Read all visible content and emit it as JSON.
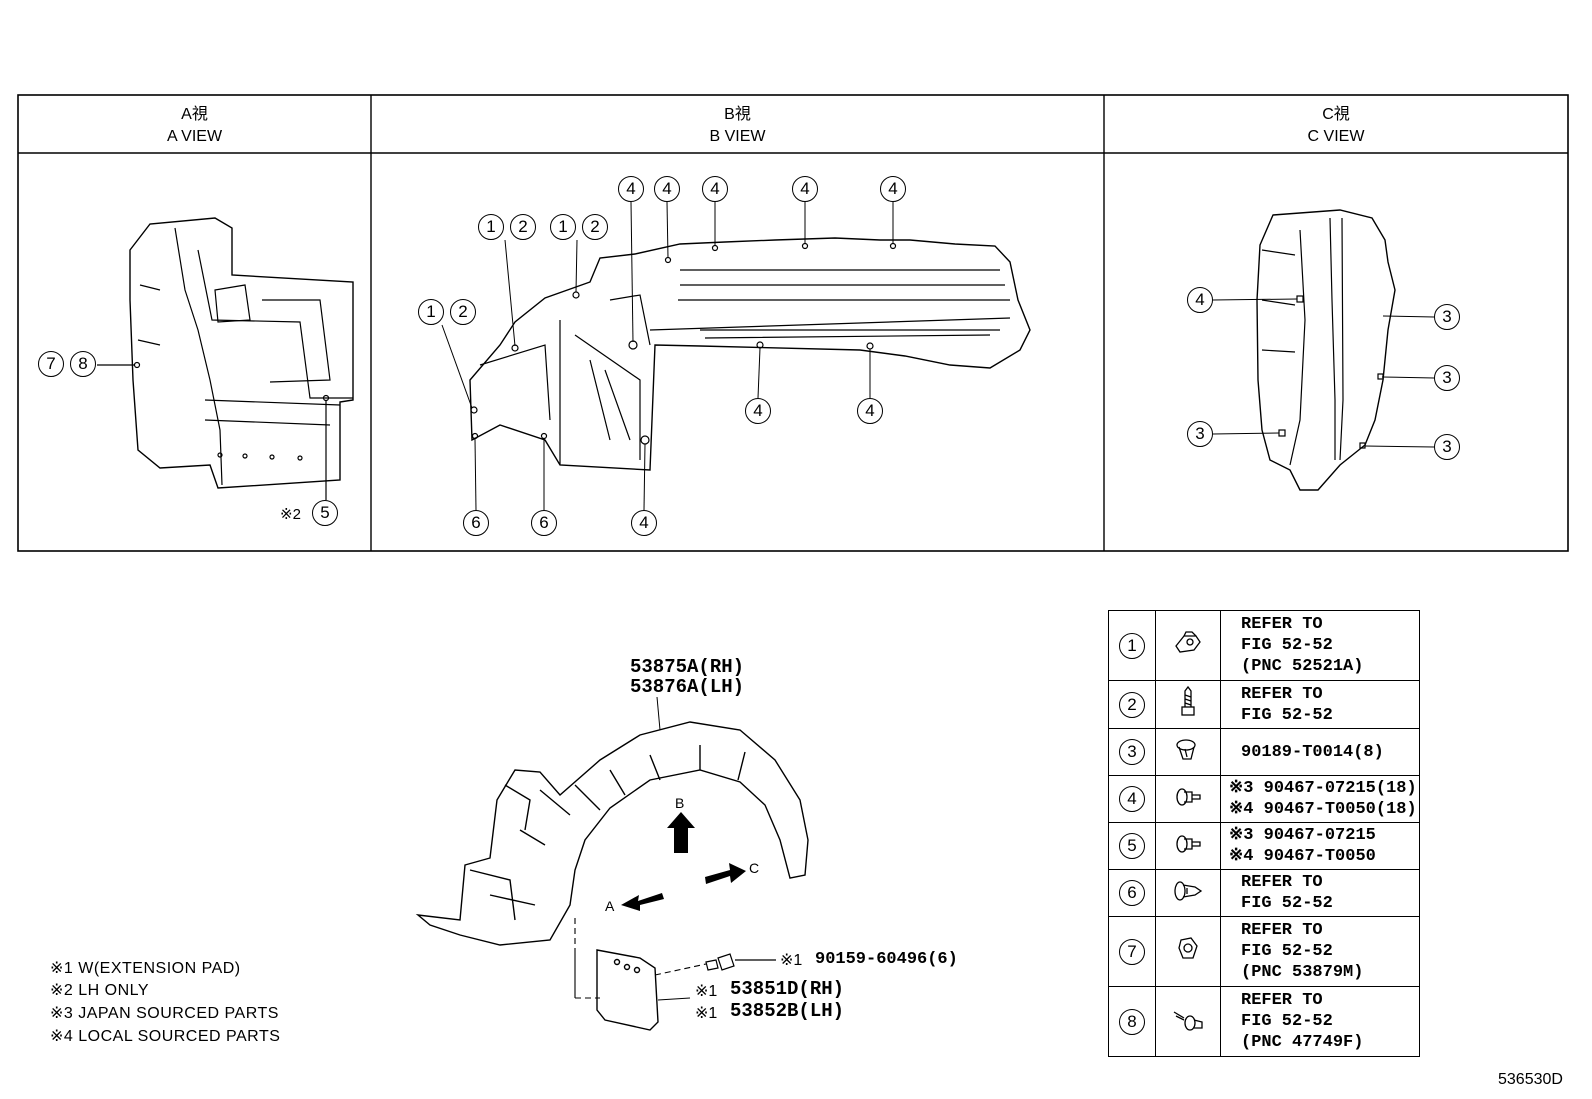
{
  "views": [
    {
      "line1": "A視",
      "line2": "A VIEW"
    },
    {
      "line1": "B視",
      "line2": "B VIEW"
    },
    {
      "line1": "C視",
      "line2": "C VIEW"
    }
  ],
  "callouts": {
    "a_view": [
      "7",
      "8",
      "※2",
      "5"
    ],
    "b_view": [
      "1",
      "2",
      "1",
      "2",
      "1",
      "2",
      "4",
      "4",
      "4",
      "4",
      "4",
      "4",
      "4",
      "4",
      "6",
      "6"
    ],
    "c_view": [
      "4",
      "3",
      "3",
      "3",
      "3"
    ]
  },
  "main_part": {
    "rh": "53875A(RH)",
    "lh": "53876A(LH)"
  },
  "arrows": {
    "a": "A",
    "b": "B",
    "c": "C"
  },
  "mudflap": {
    "bolt_mark": "※1",
    "bolt_pn": "90159-60496(6)",
    "rh_mark": "※1",
    "rh": "53851D(RH)",
    "lh_mark": "※1",
    "lh": "53852B(LH)"
  },
  "notes": [
    "※1 W(EXTENSION PAD)",
    "※2 LH ONLY",
    "※3 JAPAN SOURCED PARTS",
    "※4 LOCAL SOURCED PARTS"
  ],
  "parts_table": [
    {
      "num": "1",
      "icon": "clip-nut-icon",
      "lines": [
        "REFER TO",
        "FIG 52-52",
        "(PNC 52521A)"
      ]
    },
    {
      "num": "2",
      "icon": "screw-icon",
      "lines": [
        "REFER TO",
        "FIG 52-52"
      ]
    },
    {
      "num": "3",
      "icon": "push-rivet-icon",
      "lines": [
        "90189-T0014(8)"
      ]
    },
    {
      "num": "4",
      "icon": "bolt-washer-icon",
      "lines": [
        "※3 90467-07215(18)",
        "※4 90467-T0050(18)"
      ]
    },
    {
      "num": "5",
      "icon": "bolt-washer-icon",
      "lines": [
        "※3 90467-07215",
        "※4 90467-T0050"
      ]
    },
    {
      "num": "6",
      "icon": "push-clip-icon",
      "lines": [
        "REFER TO",
        "FIG 52-52"
      ]
    },
    {
      "num": "7",
      "icon": "retainer-icon",
      "lines": [
        "REFER TO",
        "FIG 52-52",
        "(PNC 53879M)"
      ]
    },
    {
      "num": "8",
      "icon": "pin-clip-icon",
      "lines": [
        "REFER TO",
        "FIG 52-52",
        "(PNC 47749F)"
      ]
    }
  ],
  "figure_id": "536530D"
}
